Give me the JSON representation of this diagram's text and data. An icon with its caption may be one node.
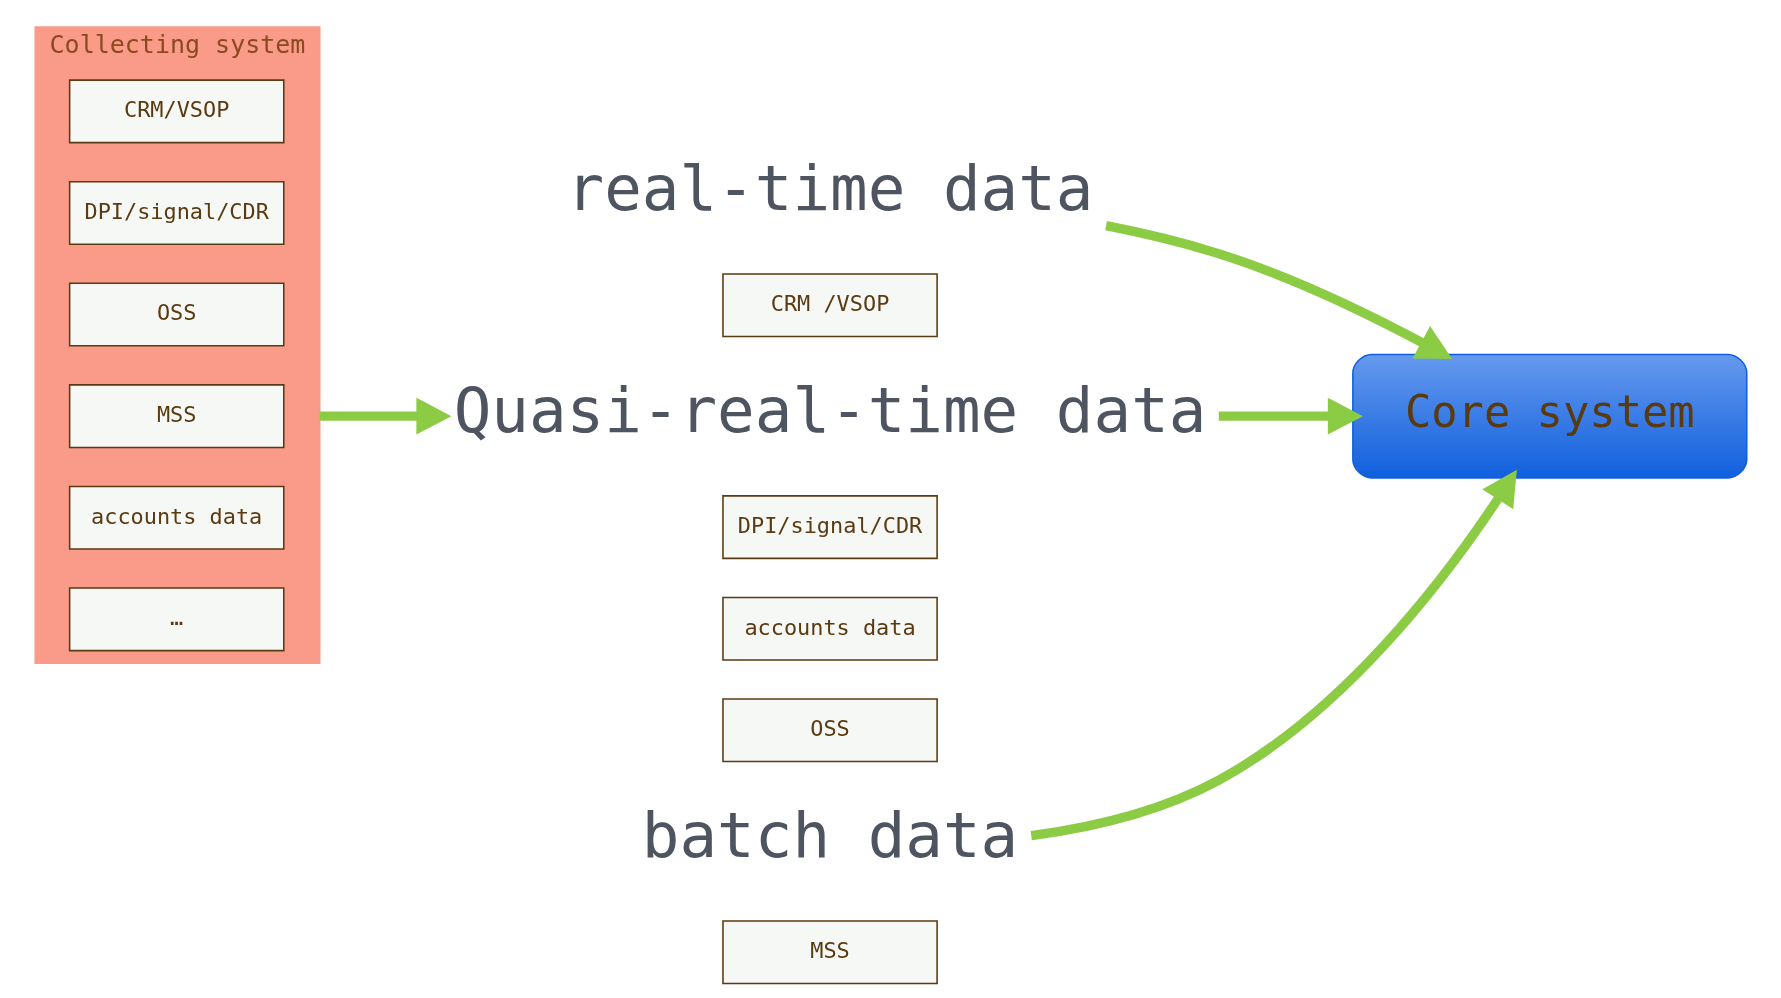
{
  "diagram": {
    "nodes": [
      {
        "text": [
          "Collecting system"
        ]
      },
      {
        "text": [
          "CRM/VSOP"
        ],
        "in": 0
      },
      {
        "text": [
          "DPI/signal/CDR"
        ],
        "in": 0
      },
      {
        "text": [
          "OSS"
        ],
        "in": 0
      },
      {
        "text": [
          "MSS"
        ],
        "in": 0
      },
      {
        "text": [
          "accounts data"
        ],
        "in": 0
      },
      {
        "text": [
          "…"
        ],
        "in": 0
      },
      {
        "text": [
          "real-time data"
        ]
      },
      {
        "text": [
          "CRM /VSOP"
        ]
      },
      {
        "text": [
          "Quasi-real-time data"
        ]
      },
      {
        "text": [
          "DPI/signal/CDR"
        ]
      },
      {
        "text": [
          "accounts data"
        ]
      },
      {
        "text": [
          "OSS"
        ]
      },
      {
        "text": [
          "batch data"
        ]
      },
      {
        "text": [
          "MSS"
        ]
      },
      {
        "text": [
          "Core system"
        ]
      }
    ],
    "edges": [
      {
        "from": 0,
        "to": 9,
        "arrow": "to"
      },
      {
        "from": 7,
        "to": 15,
        "arrow": "to"
      },
      {
        "from": 9,
        "to": 15,
        "arrow": "to"
      },
      {
        "from": 13,
        "to": 15,
        "arrow": "to"
      }
    ]
  }
}
